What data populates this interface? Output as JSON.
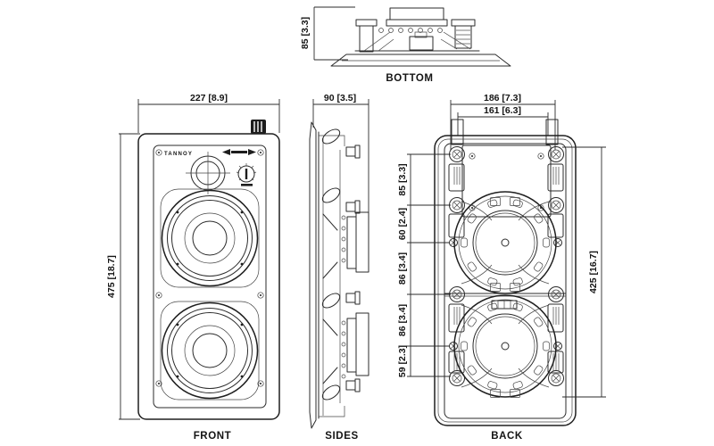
{
  "colors": {
    "background": "#ffffff",
    "line": "#2b2b2b",
    "text": "#141414"
  },
  "views": {
    "bottom": {
      "label": "BOTTOM",
      "dim_depth": "85 [3.3]"
    },
    "front": {
      "label": "FRONT",
      "brand": "TANNOY",
      "dim_width": "227 [8.9]",
      "dim_height": "475 [18.7]"
    },
    "sides": {
      "label": "SIDES",
      "dim_depth": "90 [3.5]"
    },
    "back": {
      "label": "BACK",
      "dim_outer_width": "186 [7.3]",
      "dim_inner_width": "161 [6.3]",
      "dim_height": "425 [16.7]",
      "dim_chain": [
        "85 [3.3]",
        "60 [2.4]",
        "86 [3.4]",
        "86 [3.4]",
        "59 [2.3]"
      ]
    }
  }
}
